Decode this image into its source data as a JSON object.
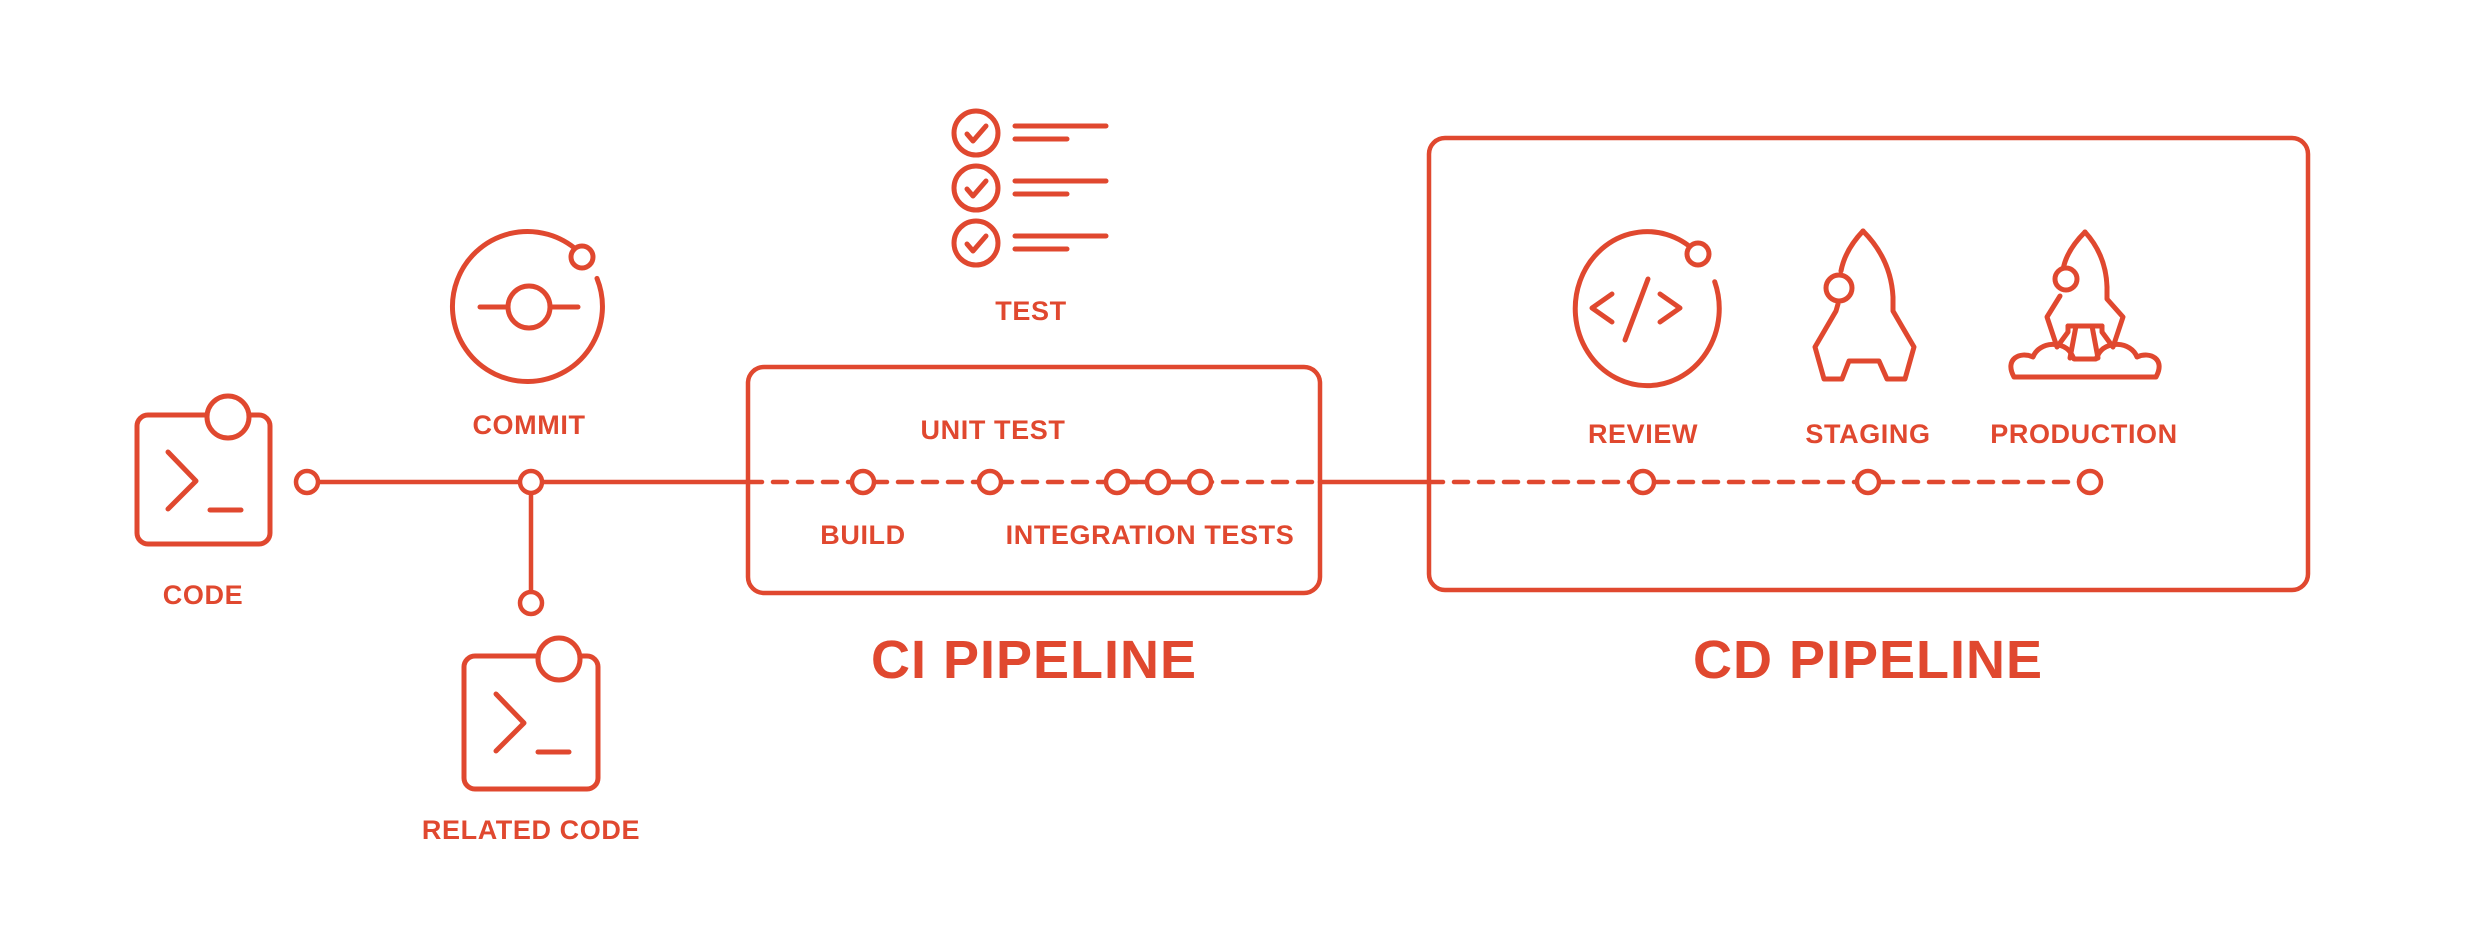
{
  "colors": {
    "accent": "#e0482f",
    "background": "#ffffff"
  },
  "diagram": {
    "source": {
      "code_label": "CODE",
      "commit_label": "COMMIT",
      "related_code_label": "RELATED CODE",
      "test_label": "TEST"
    },
    "ci": {
      "title": "CI PIPELINE",
      "build_label": "BUILD",
      "unit_test_label": "UNIT TEST",
      "integration_tests_label": "INTEGRATION TESTS"
    },
    "cd": {
      "title": "CD PIPELINE",
      "review_label": "REVIEW",
      "staging_label": "STAGING",
      "production_label": "PRODUCTION"
    }
  }
}
